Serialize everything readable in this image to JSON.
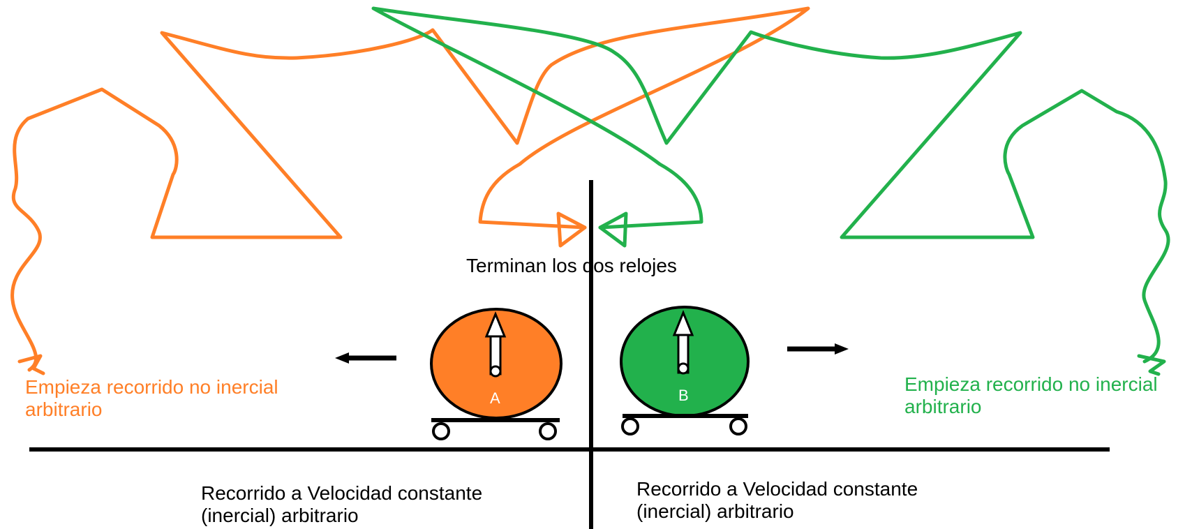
{
  "colors": {
    "orange": "#FF7F27",
    "green": "#22B14C",
    "black": "#000000",
    "white": "#FFFFFF"
  },
  "labels": {
    "finish": "Terminan los dos relojes",
    "left_start_line1": "Empieza recorrido no inercial",
    "left_start_line2": "arbitrario",
    "right_start_line1": "Empieza recorrido no inercial",
    "right_start_line2": "arbitrario",
    "left_inertial_line1": "Recorrido a Velocidad constante",
    "left_inertial_line2": "(inercial) arbitrario",
    "right_inertial_line1": "Recorrido a Velocidad constante",
    "right_inertial_line2": "(inercial) arbitrario"
  },
  "clocks": {
    "a": {
      "letter": "A",
      "color": "orange"
    },
    "b": {
      "letter": "B",
      "color": "green"
    }
  },
  "icons": {
    "motion_arrow_left": "arrow-left-icon",
    "motion_arrow_right": "arrow-right-icon",
    "clock_hand": "arrow-up-icon"
  }
}
